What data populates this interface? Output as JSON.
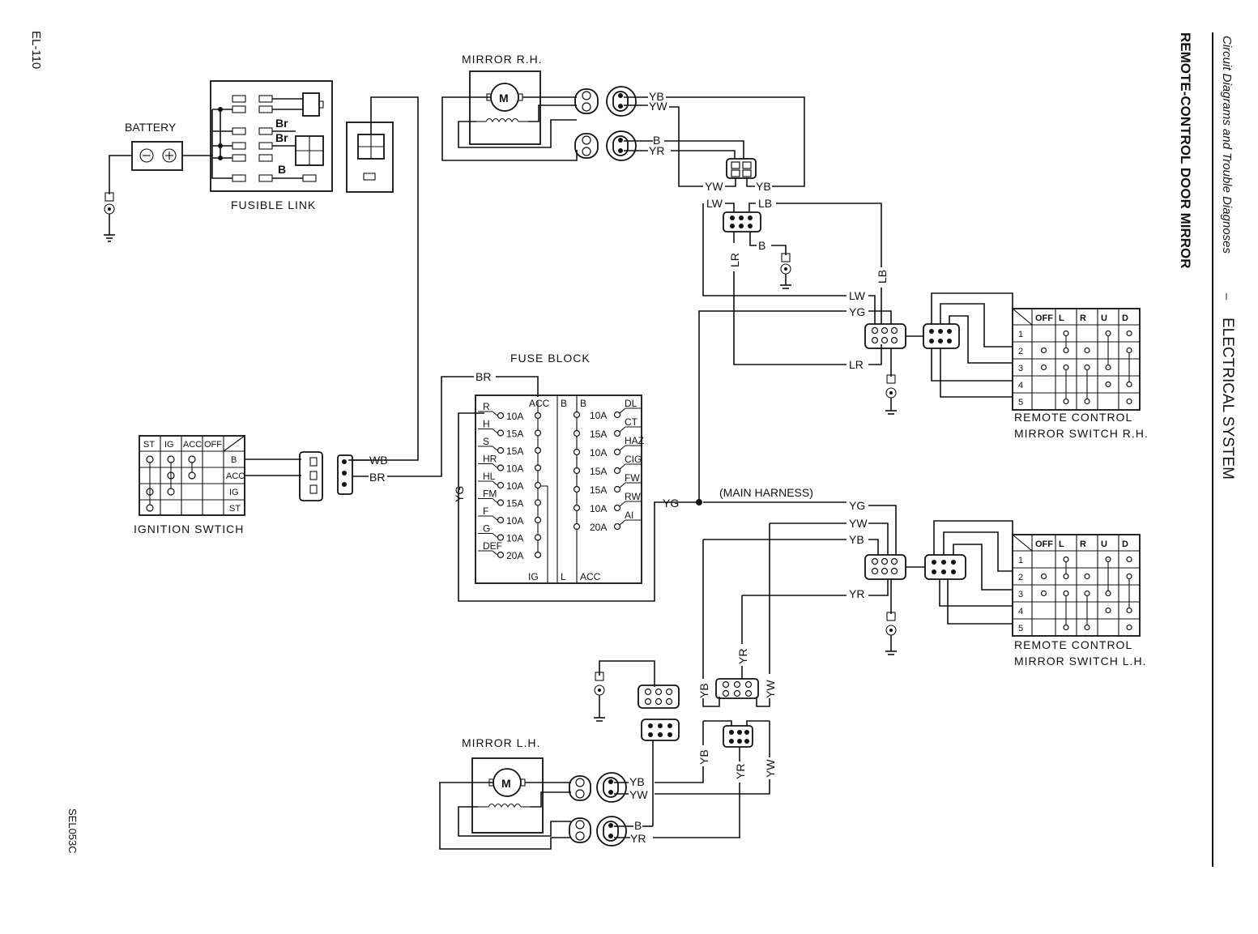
{
  "page": {
    "page_number": "EL-110",
    "header_italic": "Circuit Diagrams and Trouble Diagnoses",
    "header_dash": "–",
    "header_section": "ELECTRICAL SYSTEM",
    "section_title": "REMOTE-CONTROL DOOR MIRROR",
    "figure_code": "SEL053C"
  },
  "components": {
    "battery": "BATTERY",
    "fusible_link": "FUSIBLE LINK",
    "fusible_br1": "Br",
    "fusible_br2": "Br",
    "fusible_b": "B",
    "ignition_switch": "IGNITION SWTICH",
    "fuse_block": "FUSE BLOCK",
    "mirror_rh": "MIRROR R.H.",
    "mirror_lh": "MIRROR L.H.",
    "motor": "M",
    "main_harness": "(MAIN HARNESS)",
    "switch_rh_1": "REMOTE CONTROL",
    "switch_rh_2": "MIRROR SWITCH R.H.",
    "switch_lh_1": "REMOTE CONTROL",
    "switch_lh_2": "MIRROR SWITCH L.H."
  },
  "ignition_table": {
    "headers": [
      "ST",
      "IG",
      "ACC",
      "OFF"
    ],
    "rows": [
      "B",
      "ACC",
      "IG",
      "ST"
    ]
  },
  "mirror_switch_table": {
    "headers": [
      "OFF",
      "L",
      "R",
      "U",
      "D"
    ],
    "rows": [
      "1",
      "2",
      "3",
      "4",
      "5"
    ]
  },
  "fuse_block": {
    "bus_labels": {
      "acc_top": "ACC",
      "b1": "B",
      "b2": "B",
      "ig": "IG",
      "l": "L",
      "acc_bottom": "ACC"
    },
    "left_fuses": [
      {
        "circuit": "R",
        "amp": "10A"
      },
      {
        "circuit": "H",
        "amp": "15A"
      },
      {
        "circuit": "S",
        "amp": "15A"
      },
      {
        "circuit": "HR",
        "amp": "10A"
      },
      {
        "circuit": "HL",
        "amp": "10A"
      },
      {
        "circuit": "FM",
        "amp": "15A"
      },
      {
        "circuit": "F",
        "amp": "10A"
      },
      {
        "circuit": "G",
        "amp": "10A"
      },
      {
        "circuit": "DEF",
        "amp": "20A"
      }
    ],
    "right_fuses": [
      {
        "circuit": "DL",
        "amp": "10A"
      },
      {
        "circuit": "CT",
        "amp": "15A"
      },
      {
        "circuit": "HAZ",
        "amp": "10A"
      },
      {
        "circuit": "CIG",
        "amp": "15A"
      },
      {
        "circuit": "FW",
        "amp": "15A"
      },
      {
        "circuit": "RW",
        "amp": "10A"
      },
      {
        "circuit": "AI",
        "amp": "20A"
      }
    ]
  },
  "wires": {
    "wb": "WB",
    "br_ign": "BR",
    "br_fuse": "BR",
    "yg_fuse": "YG",
    "yg_main": "YG",
    "rh_yb": "YB",
    "rh_yw": "YW",
    "rh_b": "B",
    "rh_yr": "YR",
    "rh_yw2": "YW",
    "rh_yb2": "YB",
    "lw1": "LW",
    "lb1": "LB",
    "lr1": "LR",
    "b_gnd": "B",
    "lb_v": "LB",
    "lw2": "LW",
    "yg_sw_rh": "YG",
    "lr2": "LR",
    "yg_sw_lh": "YG",
    "yw_sw_lh": "YW",
    "yb_sw_lh": "YB",
    "yr_sw_lh": "YR",
    "lh_yb_v1": "YB",
    "lh_yr_v1": "YR",
    "lh_yw_v1": "YW",
    "lh_yb_v2": "YB",
    "lh_yr_v2": "YR",
    "lh_yw_v2": "YW",
    "lh_yb": "YB",
    "lh_yw": "YW",
    "lh_b": "B",
    "lh_yr": "YR"
  }
}
